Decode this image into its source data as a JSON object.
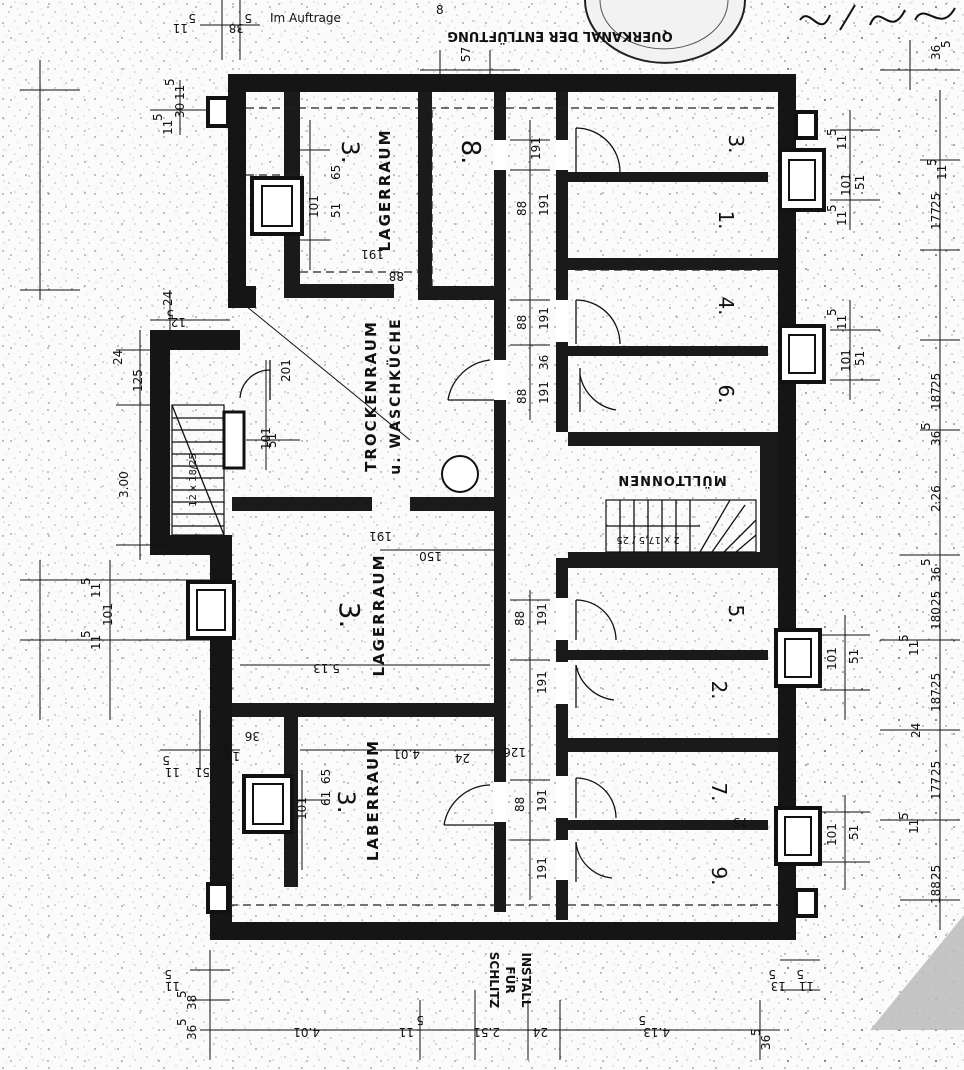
{
  "header": {
    "note": "Im Auftrage",
    "top_label": "QUERKANAL DER ENTLÜFTUNG",
    "corner_marks": "8"
  },
  "rooms": {
    "lager_top": {
      "number": "3.",
      "name": "LAGERRAUM"
    },
    "room_8": {
      "number": "8."
    },
    "trockenraum": {
      "name": "TROCKENRAUM",
      "sub": "u. WASCHKÜCHE"
    },
    "lager_mid": {
      "number": "3.",
      "name": "LAGERRAUM"
    },
    "lager_bot": {
      "number": "3.",
      "name": "LABERRAUM"
    },
    "muelltonnen": {
      "name": "MÜLLTONNEN"
    },
    "cell_3": "3.",
    "cell_1": "1.",
    "cell_4": "4.",
    "cell_6": "6.",
    "cell_5": "5.",
    "cell_2a": "2.",
    "cell_7": "7.",
    "cell_9": "9."
  },
  "install": {
    "line1": "SCHLITZ",
    "line2": "FÜR",
    "line3": "INSTALL"
  },
  "stair": {
    "upper": "12 x 18/25",
    "lower": "2 x 17,5 / 25"
  },
  "dimensions": {
    "top_left": [
      "11",
      "5",
      "38",
      "5"
    ],
    "top_57": "57",
    "top_right_365": "36",
    "top_right_5": "5",
    "left_chain": [
      "11",
      "5",
      "30",
      "11",
      "5",
      "24",
      "12",
      "5",
      "24",
      "125",
      "3.00",
      "11",
      "5",
      "101",
      "11",
      "5",
      "36",
      "51",
      "12",
      "5",
      "51",
      "11",
      "5"
    ],
    "bottom_chain": [
      "36",
      "5",
      "4.01",
      "11",
      "5",
      "2.51",
      "24",
      "4.13",
      "5",
      "36",
      "5"
    ],
    "bottom_left_stack": [
      "11",
      "5",
      "38",
      "5"
    ],
    "bottom_right_stack": [
      "11",
      "5",
      "13",
      "5"
    ],
    "right_chain": [
      "11",
      "5",
      "101",
      "51",
      "11",
      "5",
      "177",
      "25",
      "11",
      "5",
      "101",
      "51",
      "11",
      "5",
      "187",
      "25",
      "36",
      "5",
      "2.26",
      "36",
      "5",
      "180",
      "25",
      "101",
      "51",
      "11",
      "5",
      "187",
      "25",
      "24",
      "177",
      "25",
      "11",
      "5",
      "101",
      "51",
      "188",
      "25"
    ],
    "inner": {
      "d191": "191",
      "d88": "88",
      "d885": "88",
      "d5": "5",
      "d365": "36",
      "d101": "101",
      "d51": "51",
      "d65": "65",
      "d201": "201",
      "d150": "150",
      "d126": "126",
      "d24": "24",
      "d401": "4.01",
      "d5135": "5.13",
      "d75": "75",
      "d61": "61",
      "d6": "6"
    }
  }
}
